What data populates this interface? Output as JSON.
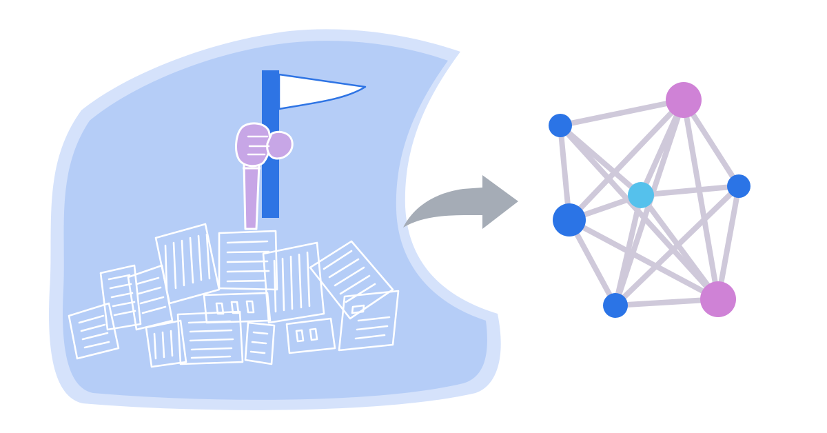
{
  "illustration": {
    "left_scene": {
      "blob_icon": "paper-pile-blob",
      "flag_icon": "flag",
      "hand_icon": "hand-holding-flag",
      "papers_icon": "scattered-documents"
    },
    "arrow_icon": "curved-right-arrow",
    "graph": {
      "icon": "knowledge-graph",
      "nodes": [
        {
          "id": "n1",
          "color": "#2b74e6"
        },
        {
          "id": "n2",
          "color": "#cf82d6"
        },
        {
          "id": "n3",
          "color": "#2b74e6"
        },
        {
          "id": "n4",
          "color": "#55c1ec"
        },
        {
          "id": "n5",
          "color": "#2b74e6"
        },
        {
          "id": "n6",
          "color": "#2b74e6"
        },
        {
          "id": "n7",
          "color": "#cf82d6"
        }
      ],
      "edges": [
        [
          "n1",
          "n2"
        ],
        [
          "n1",
          "n3"
        ],
        [
          "n1",
          "n4"
        ],
        [
          "n1",
          "n7"
        ],
        [
          "n2",
          "n3"
        ],
        [
          "n2",
          "n4"
        ],
        [
          "n2",
          "n5"
        ],
        [
          "n2",
          "n6"
        ],
        [
          "n2",
          "n7"
        ],
        [
          "n3",
          "n4"
        ],
        [
          "n3",
          "n6"
        ],
        [
          "n3",
          "n7"
        ],
        [
          "n4",
          "n5"
        ],
        [
          "n4",
          "n6"
        ],
        [
          "n4",
          "n7"
        ],
        [
          "n5",
          "n6"
        ],
        [
          "n5",
          "n7"
        ],
        [
          "n6",
          "n7"
        ]
      ],
      "edge_color": "#cfc9da"
    },
    "colors": {
      "blob": "#b5cdf7",
      "blob_edge": "#d5e2fb",
      "flag_pole": "#2e74e4",
      "hand": "#c7a6e6",
      "arrow": "#a5acb6"
    }
  }
}
